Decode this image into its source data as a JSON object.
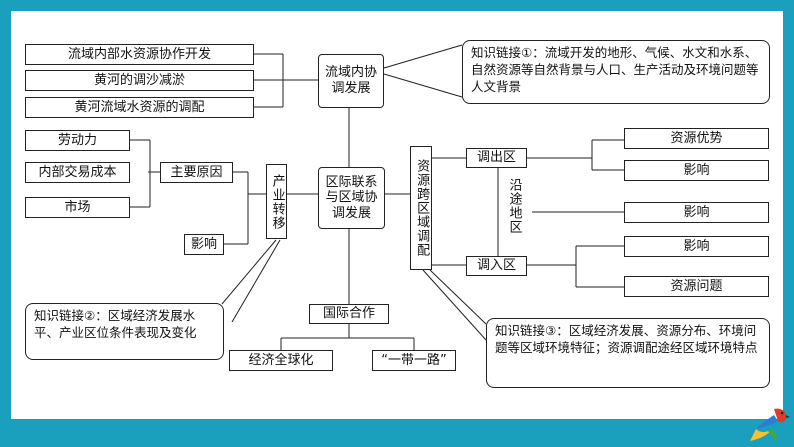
{
  "nodes": {
    "water_coop": "流域内部水资源协作开发",
    "yellow_sand": "黄河的调沙减淤",
    "yellow_water": "黄河流域水资源的调配",
    "basin_dev": "流域内协调发展",
    "center": "区际联系与区域协调发展",
    "labor": "劳动力",
    "trade_cost": "内部交易成本",
    "market": "市场",
    "main_reason": "主要原因",
    "industry_transfer": "产业转移",
    "influence_left": "影响",
    "cross_basin": "资源跨区域调配",
    "out_area": "调出区",
    "resource_adv": "资源优势",
    "influence_out": "影响",
    "along_area": "沿途地区",
    "influence_along": "影响",
    "in_area": "调入区",
    "influence_in": "影响",
    "resource_issue": "资源问题",
    "intl_coop": "国际合作",
    "globalization": "经济全球化",
    "belt_road": "“一带一路”"
  },
  "notes": {
    "link1": "知识链接①：流域开发的地形、气候、水文和水系、自然资源等自然背景与人口、生产活动及环境问题等人文背景",
    "link2": "知识链接②：区域经济发展水平、产业区位条件表现及变化",
    "link3": "知识链接③：区域经济发展、资源分布、环境问题等区域环境特征；资源调配途经区域环境特点"
  },
  "colors": {
    "frame": "#1a9fbc",
    "line": "#222222"
  }
}
